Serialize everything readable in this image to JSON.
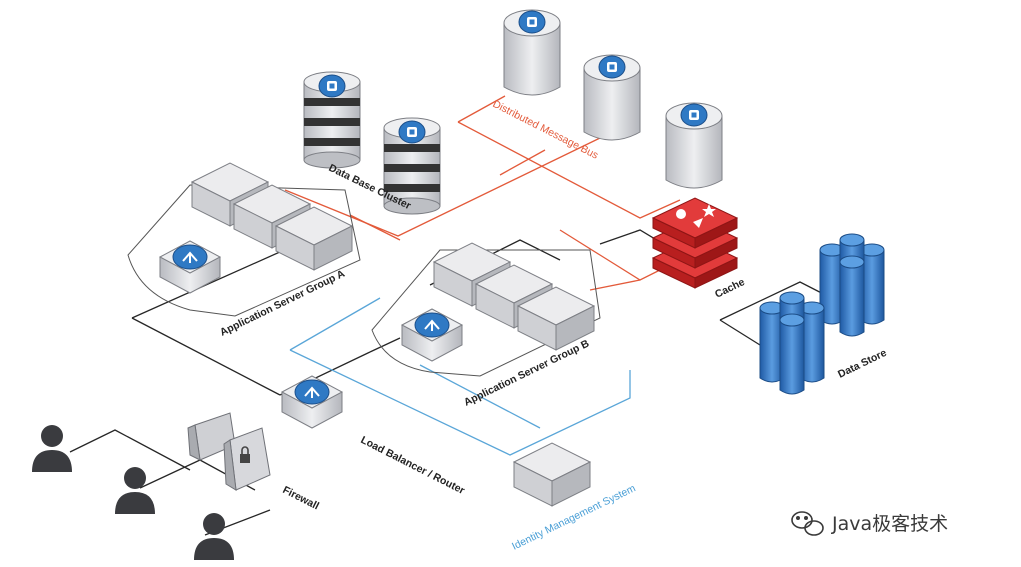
{
  "labels": {
    "database_cluster": "Data Base Cluster",
    "message_bus": "Distributed Message Bus",
    "app_group_a": "Application Server Group A",
    "app_group_b": "Application Server Group B",
    "cache": "Cache",
    "data_store": "Data Store",
    "load_balancer": "Load Balancer / Router",
    "firewall": "Firewall",
    "identity": "Identity Management System"
  },
  "watermark": {
    "text": "Java极客技术",
    "icon": "wechat-icon"
  },
  "colors": {
    "message_bus_line": "#e35a3a",
    "identity_line": "#5aa6d8",
    "cache_red": "#d22a2a",
    "store_blue": "#2e72c2",
    "server_gray": "#d7d8dc",
    "badge_blue": "#2f79c4"
  }
}
